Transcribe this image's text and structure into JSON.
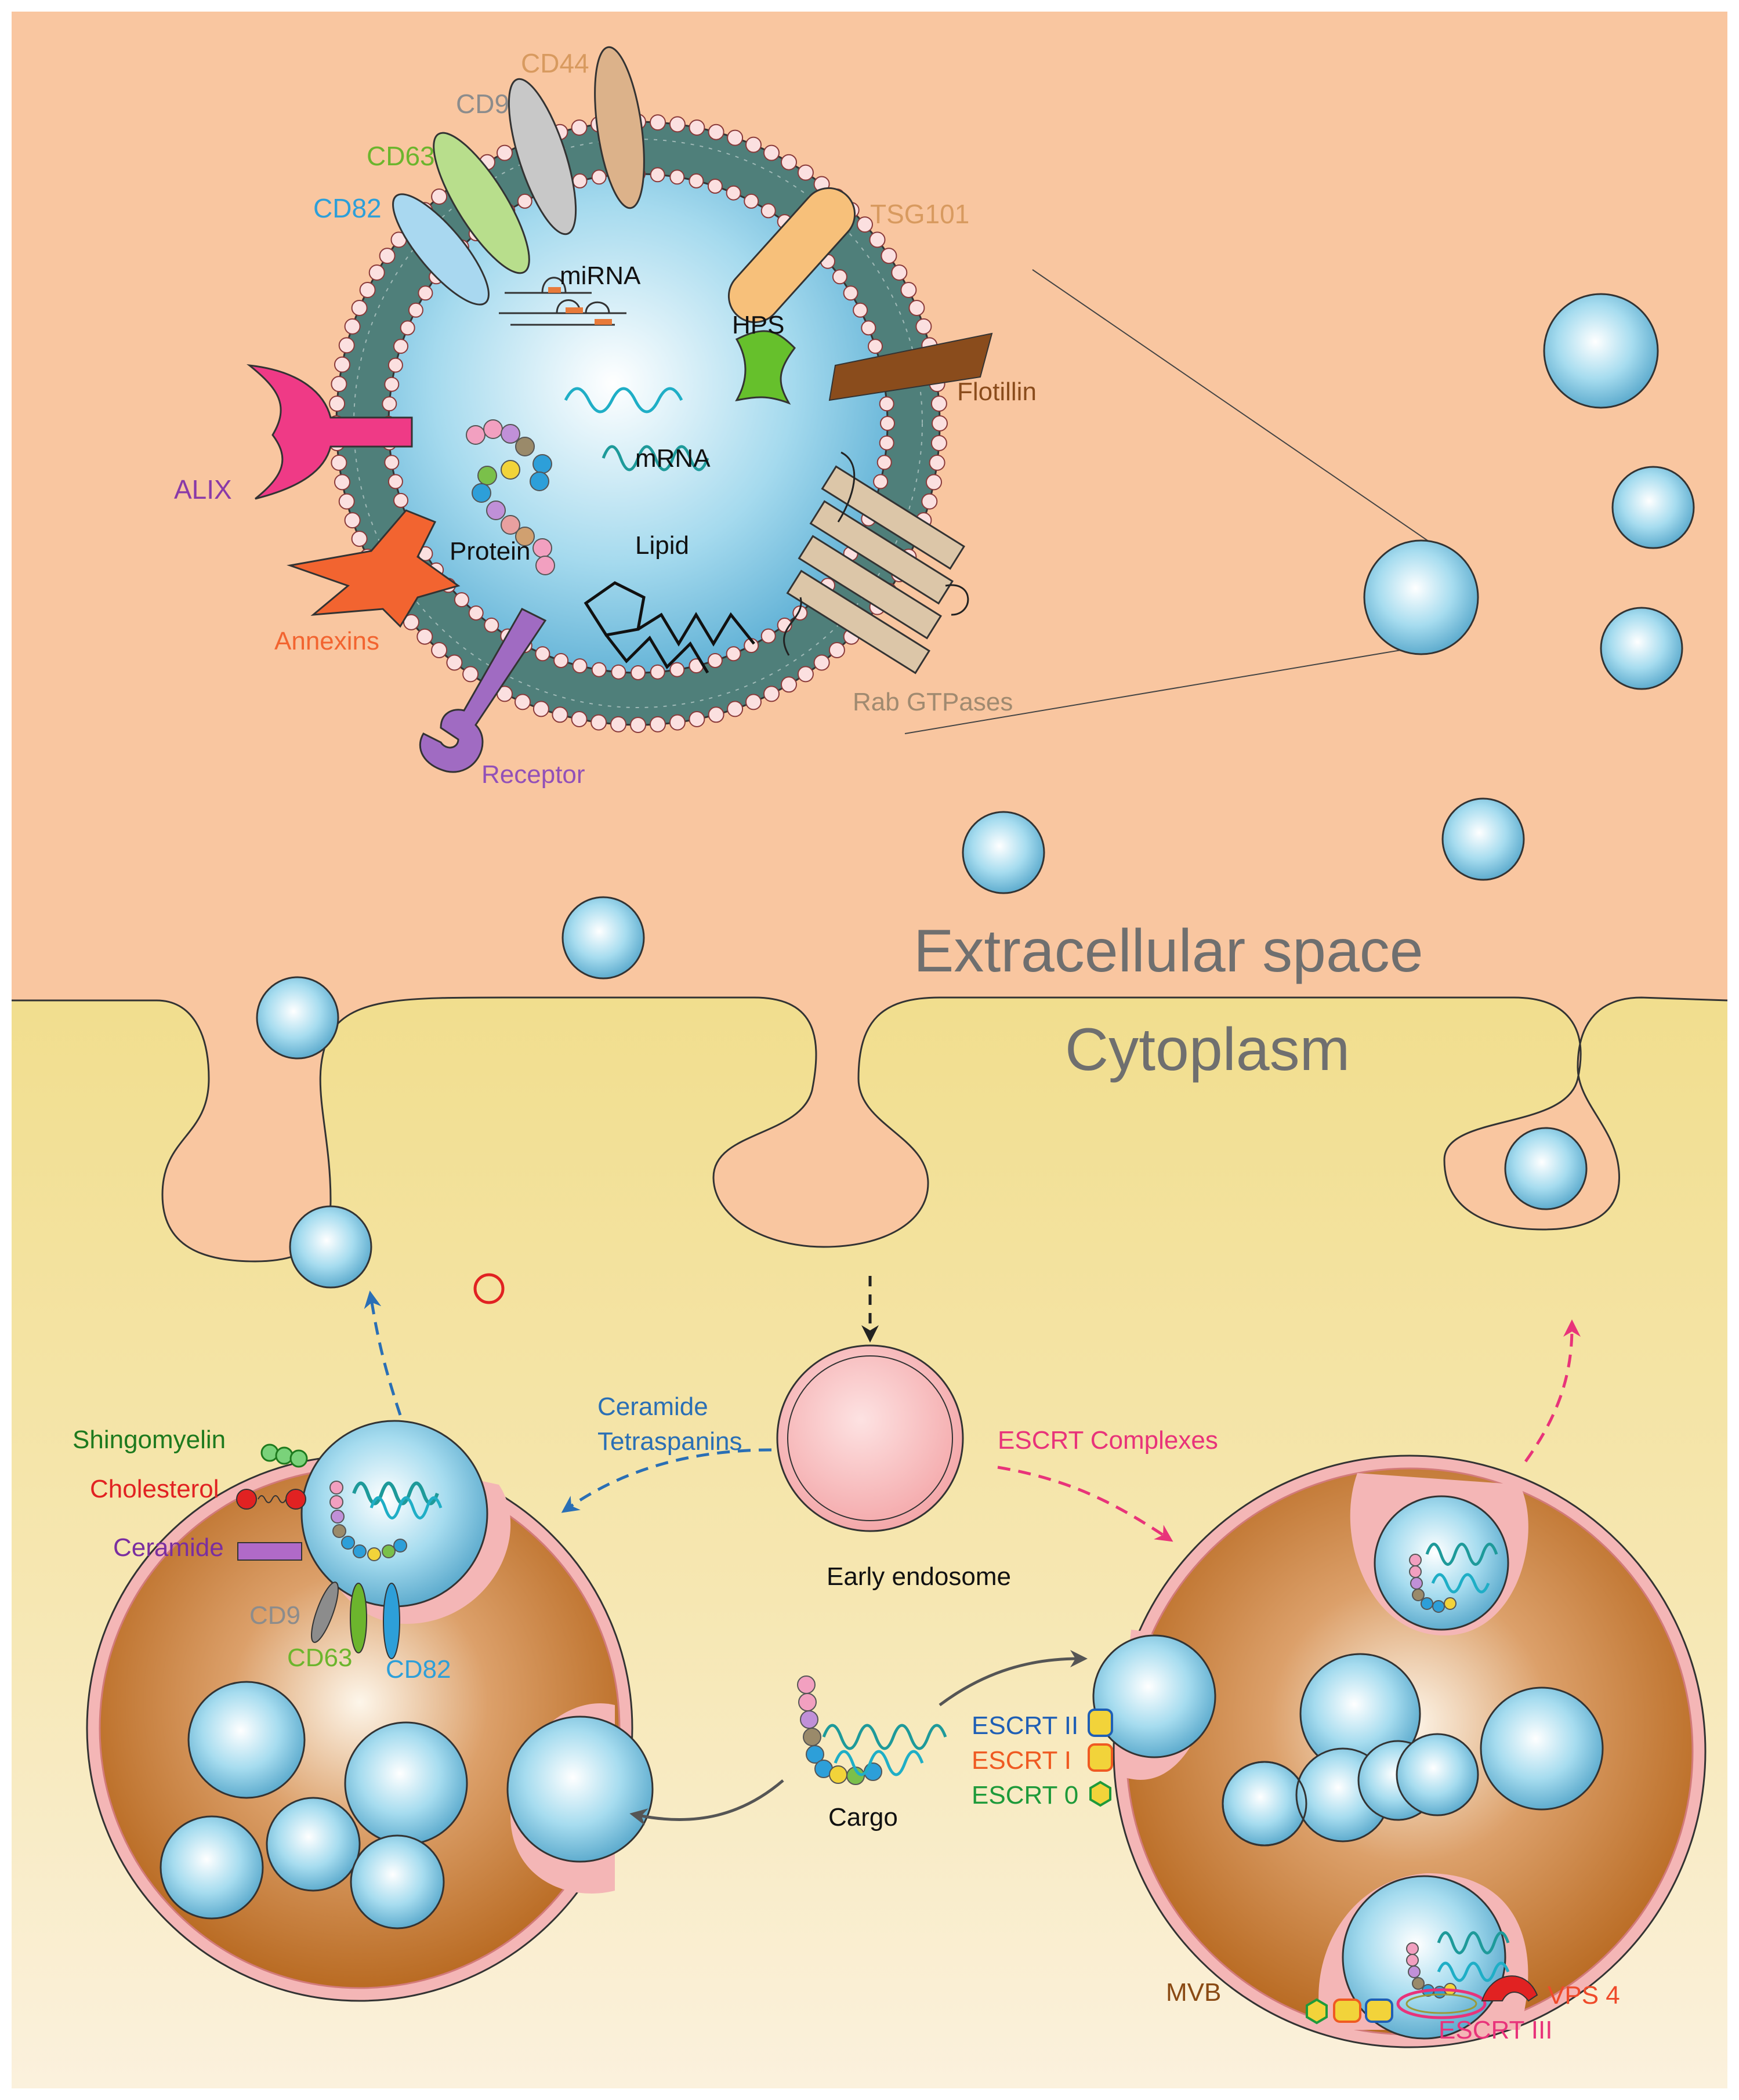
{
  "regions": {
    "extracellular": "Extracellular space",
    "cytoplasm": "Cytoplasm"
  },
  "exosome_labels": {
    "cd44": "CD44",
    "cd9": "CD9",
    "cd63": "CD63",
    "cd82": "CD82",
    "tsg101": "TSG101",
    "mirna": "miRNA",
    "hps": "HPS",
    "flotillin": "Flotillin",
    "alix": "ALIX",
    "mrna": "mRNA",
    "protein": "Protein",
    "lipid": "Lipid",
    "annexins": "Annexins",
    "rab": "Rab GTPases",
    "receptor": "Receptor"
  },
  "pathway_labels": {
    "ceramide_tetraspanins": [
      "Ceramide",
      "Tetraspanins"
    ],
    "escrt_complexes": "ESCRT Complexes",
    "early_endosome": "Early endosome",
    "cargo": "Cargo"
  },
  "left_mvb_labels": {
    "shingomyelin": "Shingomyelin",
    "cholesterol": "Cholesterol",
    "ceramide": "Ceramide",
    "cd9": "CD9",
    "cd63": "CD63",
    "cd82": "CD82"
  },
  "right_mvb_labels": {
    "escrt2": "ESCRT II",
    "escrt1": "ESCRT I",
    "escrt0": "ESCRT 0",
    "mvb": "MVB",
    "vps4": "VPS 4",
    "escrt3": "ESCRT III"
  },
  "colors": {
    "extracellular": "#f9c9a5",
    "cytoplasm": "#f3e49c",
    "vesicle": "#9fd6ec",
    "mvb_body": "#c0762a",
    "mvb_rim": "#f4b6b6",
    "cd44": "#d89a5f",
    "cd9": "#8c8c8c",
    "cd63": "#6cb52d",
    "cd82": "#2d9fd9",
    "tsg101": "#e8a064",
    "flotillin": "#8a4c1c",
    "alix": "#8a3aa8",
    "annexins": "#f26430",
    "rab": "#a08a70",
    "receptor": "#9250b8",
    "escrt_complexes": "#e8337a",
    "ceramide_tetraspanins": "#2a6fb5",
    "shingomyelin": "#1e7a1e",
    "cholesterol": "#e12222",
    "ceramide": "#7a2ea0",
    "escrt2": "#1f5fb5",
    "escrt1": "#ef5a22",
    "escrt0": "#1e9a3a",
    "mvb": "#8a4a14",
    "vps4": "#ef4a2a",
    "escrt3": "#e8337a"
  },
  "icons": [
    "lipid-bilayer",
    "rna-strand",
    "protein-bead-chain",
    "lipid-structure",
    "dashed-arrow",
    "curved-arrow"
  ]
}
